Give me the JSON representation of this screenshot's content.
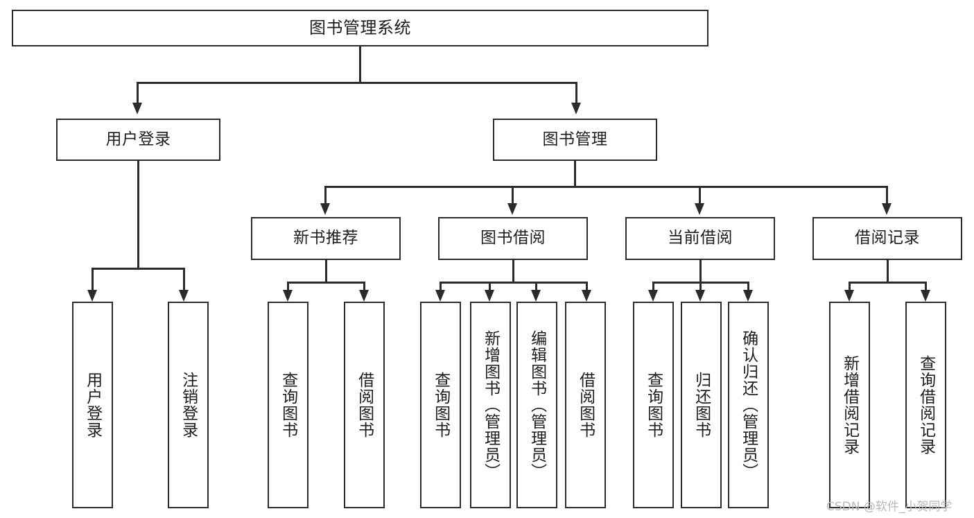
{
  "diagram": {
    "title": "图书管理系统",
    "type": "functional-structure-tree",
    "root": {
      "label": "图书管理系统"
    },
    "level2": [
      {
        "label": "用户登录"
      },
      {
        "label": "图书管理"
      }
    ],
    "level3": [
      {
        "label": "新书推荐"
      },
      {
        "label": "图书借阅"
      },
      {
        "label": "当前借阅"
      },
      {
        "label": "借阅记录"
      }
    ],
    "leaves_user_login": [
      {
        "label": "用户登录"
      },
      {
        "label": "注销登录"
      }
    ],
    "leaves_new_book": [
      {
        "label": "查询图书"
      },
      {
        "label": "借阅图书"
      }
    ],
    "leaves_borrow": [
      {
        "label": "查询图书"
      },
      {
        "label": "新增图书（管理员）"
      },
      {
        "label": "编辑图书（管理员）"
      },
      {
        "label": "借阅图书"
      }
    ],
    "leaves_current": [
      {
        "label": "查询图书"
      },
      {
        "label": "归还图书"
      },
      {
        "label": "确认归还（管理员）"
      }
    ],
    "leaves_record": [
      {
        "label": "新增借阅记录"
      },
      {
        "label": "查询借阅记录"
      }
    ],
    "watermark": "CSDN @软件_小贺同学",
    "colors": {
      "stroke": "#2b2b2b",
      "fill": "#ffffff",
      "text": "#1d1d1d",
      "watermark": "#b9b9b9"
    }
  }
}
